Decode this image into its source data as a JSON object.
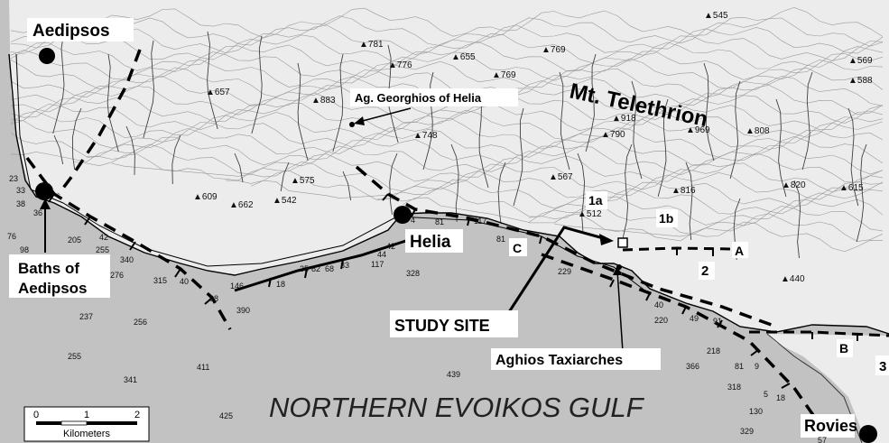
{
  "colors": {
    "land": "#ececec",
    "sea": "#c2c2c2",
    "contour": "#9a9a9a",
    "stream": "#404040",
    "fault": "#000000",
    "town": "#000000"
  },
  "towns": {
    "aedipsos": "Aedipsos",
    "baths_line1": "Baths of",
    "baths_line2": "Aedipsos",
    "helia": "Helia",
    "rovies": "Rovies",
    "ag_georgios": "Ag. Georghios of Helia",
    "aghios_taxiarches": "Aghios Taxiarches"
  },
  "mountain": "Mt. Telethrion",
  "study_site": "STUDY SITE",
  "gulf": "NORTHERN EVOIKOS GULF",
  "site_labels": [
    "1a",
    "1b",
    "2",
    "3",
    "A",
    "B",
    "C"
  ],
  "peaks": [
    "781",
    "776",
    "655",
    "769",
    "769",
    "545",
    "569",
    "588",
    "657",
    "883",
    "748",
    "918",
    "790",
    "969",
    "808",
    "567",
    "816",
    "820",
    "615",
    "512",
    "440",
    "609",
    "662",
    "542",
    "575"
  ],
  "depths": [
    "23",
    "33",
    "38",
    "36",
    "76",
    "98",
    "205",
    "42",
    "255",
    "340",
    "276",
    "315",
    "40",
    "98",
    "146",
    "390",
    "18",
    "35",
    "82",
    "68",
    "33",
    "117",
    "44",
    "42",
    "328",
    "81",
    "4",
    "117",
    "81",
    "229",
    "40",
    "220",
    "49",
    "91",
    "218",
    "366",
    "81",
    "9",
    "318",
    "130",
    "5",
    "18",
    "329",
    "57",
    "237",
    "256",
    "255",
    "341",
    "411",
    "439",
    "425"
  ],
  "scale": {
    "ticks": [
      "0",
      "1",
      "2"
    ],
    "unit": "Kilometers"
  }
}
